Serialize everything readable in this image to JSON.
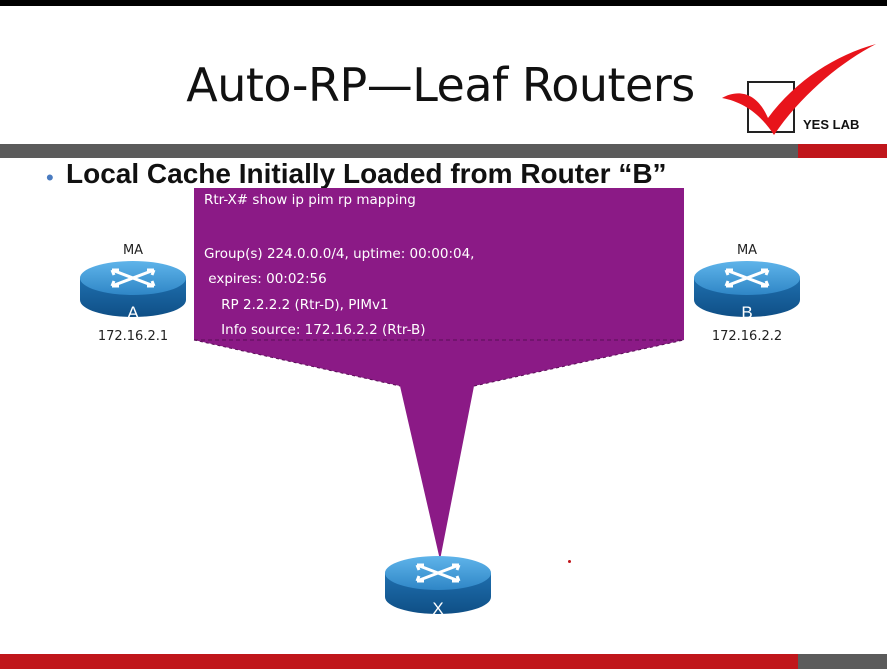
{
  "slide": {
    "title": "Auto-RP—Leaf Routers",
    "bullet": "Local Cache Initially Loaded from Router “B”"
  },
  "logo": {
    "text": "YES LAB",
    "check_color": "#e8141b"
  },
  "routers": {
    "a": {
      "role": "MA",
      "letter": "A",
      "address": "172.16.2.1"
    },
    "b": {
      "role": "MA",
      "letter": "B",
      "address": "172.16.2.2"
    },
    "x": {
      "letter": "X"
    }
  },
  "cli_box": {
    "command": "Rtr-X# show ip pim rp mapping",
    "line1": "Group(s) 224.0.0.0/4, uptime: 00:00:04,",
    "line2": " expires: 00:02:56",
    "line3": "    RP 2.2.2.2 (Rtr-D), PIMv1",
    "line4": "    Info source: 172.16.2.2 (Rtr-B)",
    "fill_color": "#8b1a86"
  },
  "colors": {
    "accent_red": "#c0161b",
    "bar_gray": "#5b5b5b",
    "router_blue": "#2f86c6"
  }
}
